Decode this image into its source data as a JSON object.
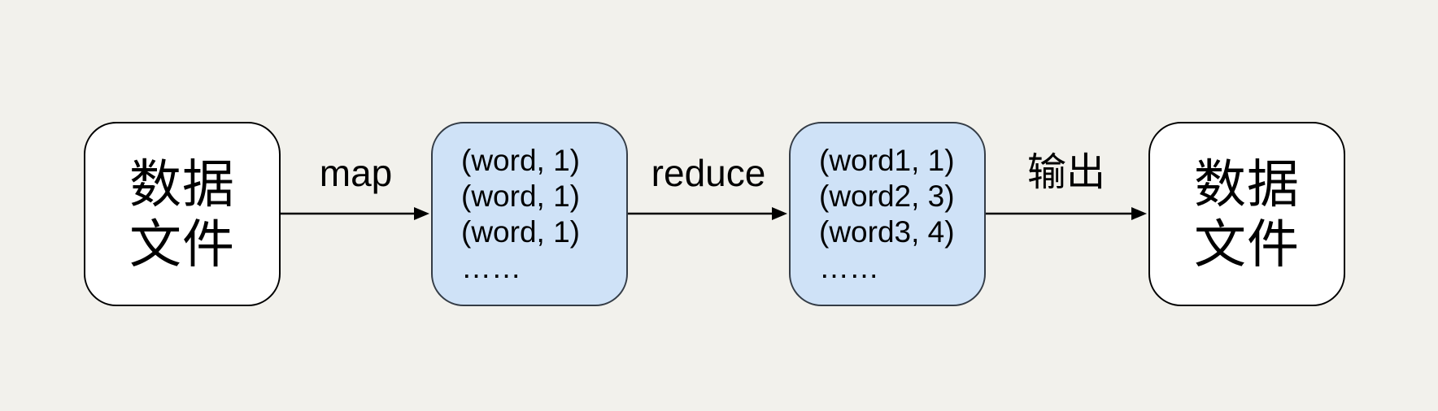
{
  "diagram": {
    "title": "mapreduce-wordcount-flow",
    "colors": {
      "background": "#f2f1ec",
      "file_node_fill": "#ffffff",
      "file_node_border": "#000000",
      "kv_node_fill": "#cfe2f7",
      "kv_node_border": "#343c46",
      "arrow": "#000000",
      "text": "#000000"
    },
    "nodes": [
      {
        "id": "source-file",
        "type": "file",
        "lines": [
          "数据",
          "文件"
        ]
      },
      {
        "id": "map-output",
        "type": "kv",
        "lines": [
          "(word, 1)",
          "(word, 1)",
          "(word, 1)",
          "……"
        ]
      },
      {
        "id": "reduce-output",
        "type": "kv",
        "lines": [
          "(word1, 1)",
          "(word2, 3)",
          "(word3, 4)",
          "……"
        ]
      },
      {
        "id": "sink-file",
        "type": "file",
        "lines": [
          "数据",
          "文件"
        ]
      }
    ],
    "edges": [
      {
        "id": "edge-map",
        "from": "source-file",
        "to": "map-output",
        "label": "map"
      },
      {
        "id": "edge-reduce",
        "from": "map-output",
        "to": "reduce-output",
        "label": "reduce"
      },
      {
        "id": "edge-output",
        "from": "reduce-output",
        "to": "sink-file",
        "label": "输出"
      }
    ]
  }
}
